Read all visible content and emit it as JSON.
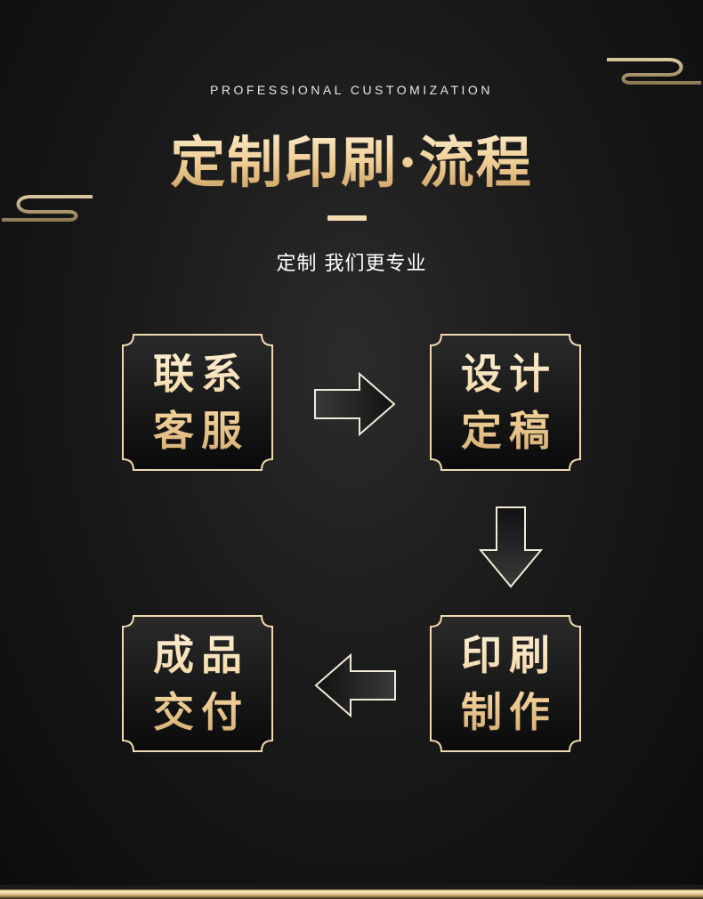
{
  "header": {
    "subtitle_en": "PROFESSIONAL CUSTOMIZATION",
    "title": "定制印刷·流程",
    "tagline": "定制 我们更专业"
  },
  "steps": [
    {
      "line1": "联系",
      "line2": "客服"
    },
    {
      "line1": "设计",
      "line2": "定稿"
    },
    {
      "line1": "印刷",
      "line2": "制作"
    },
    {
      "line1": "成品",
      "line2": "交付"
    }
  ],
  "colors": {
    "gold": "#f0cf96",
    "gold_light": "#fff4dc",
    "background": "#1a1a1a"
  },
  "icons": {
    "decor_left": "cloud-scroll-icon",
    "decor_right": "cloud-scroll-icon",
    "arrow_right": "arrow-right-icon",
    "arrow_down": "arrow-down-icon",
    "arrow_left": "arrow-left-icon"
  }
}
